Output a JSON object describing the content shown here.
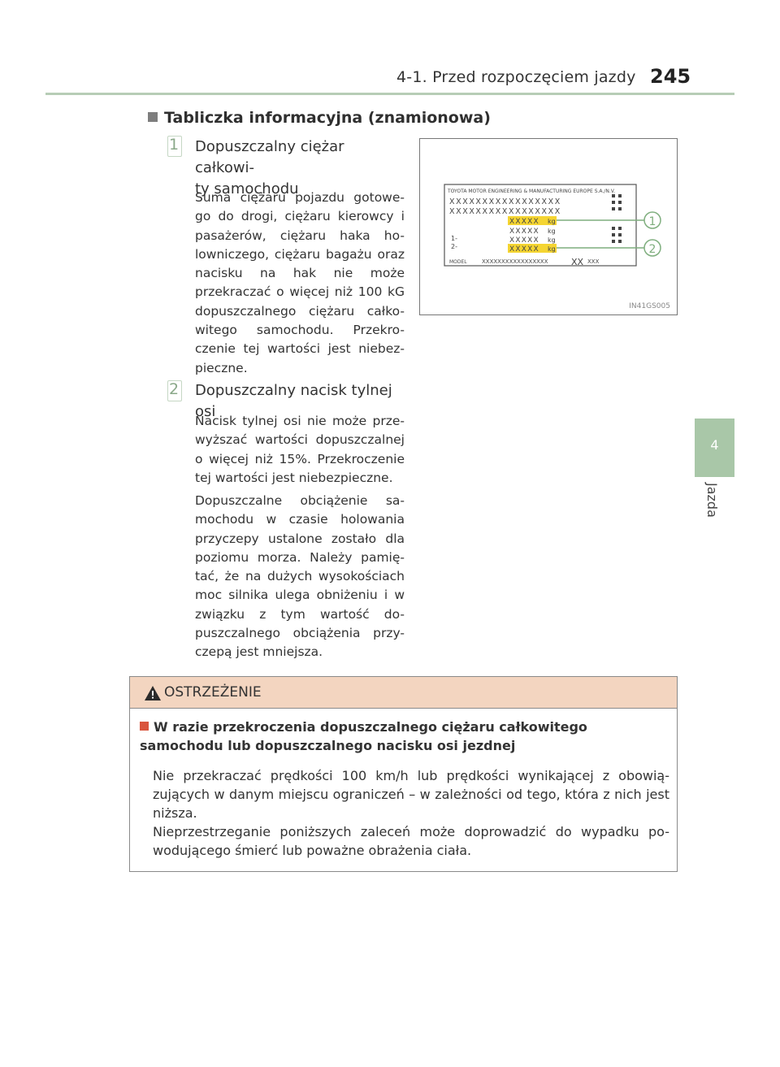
{
  "header": {
    "title": "4-1. Przed rozpoczęciem jazdy",
    "page_number": "245"
  },
  "side_tab": {
    "number": "4",
    "label": "Jazda"
  },
  "section": {
    "heading": "Tabliczka informacyjna (znamionowa)",
    "items": [
      {
        "number": "1",
        "title_line1": "Dopuszczalny ciężar całkowi-",
        "title_line2": "ty samochodu",
        "text": "Suma ciężaru pojazdu gotowe-go do drogi, ciężaru kierowcy i pasażerów, ciężaru haka ho-lowniczego, ciężaru bagażu oraz nacisku na hak nie może przekraczać o więcej niż 100 kG dopuszczalnego ciężaru całko-witego samochodu. Przekro-czenie tej wartości jest niebez-pieczne."
      },
      {
        "number": "2",
        "title_line1": "Dopuszczalny nacisk tylnej osi",
        "text": "Nacisk tylnej osi nie może prze-wyższać wartości dopuszczalnej o więcej niż 15%. Przekroczenie tej wartości jest niebezpieczne.",
        "text2": "Dopuszczalne obciążenie sa-mochodu w czasie holowania przyczepy ustalone zostało dla poziomu morza. Należy pamię-tać, że na dużych wysokościach moc silnika ulega obniżeniu i w związku z tym wartość do-puszczalnego obciążenia przy-czepą jest mniejsza."
      }
    ]
  },
  "figure": {
    "plate_header": "TOYOTA MOTOR ENGINEERING & MANUFACTURING EUROPE S.A./N.V.",
    "row1": "XXXXXXXXXXXXXXXXX",
    "row2": "XXXXXXXXXXXXXXXXX",
    "weights": [
      {
        "prefix": "",
        "value": "XXXXX",
        "unit": "kg",
        "highlight": true
      },
      {
        "prefix": "",
        "value": "XXXXX",
        "unit": "kg",
        "highlight": false
      },
      {
        "prefix": "1-",
        "value": "XXXXX",
        "unit": "kg",
        "highlight": false
      },
      {
        "prefix": "2-",
        "value": "XXXXX",
        "unit": "kg",
        "highlight": true
      }
    ],
    "model_label": "MODEL",
    "model_value": "XXXXXXXXXXXXXXXXX",
    "model_code": "XX",
    "model_code2": "XXX",
    "callout1": "1",
    "callout2": "2",
    "code": "IN41GS005",
    "highlight_color": "#f5d532"
  },
  "warning": {
    "title": "OSTRZEŻENIE",
    "subheading": "W razie przekroczenia dopuszczalnego ciężaru całkowitego samochodu lub dopuszczalnego nacisku osi jezdnej",
    "para1": "Nie przekraczać prędkości 100 km/h lub prędkości wynikającej z obowią-zujących w danym miejscu ograniczeń – w zależności od tego, która z nich jest niższa.",
    "para2": "Nieprzestrzeganie poniższych zaleceń może doprowadzić do wypadku po-wodującego śmierć lub poważne obrażenia ciała.",
    "header_color": "#f3d5c0",
    "accent_color": "#d9553d"
  }
}
